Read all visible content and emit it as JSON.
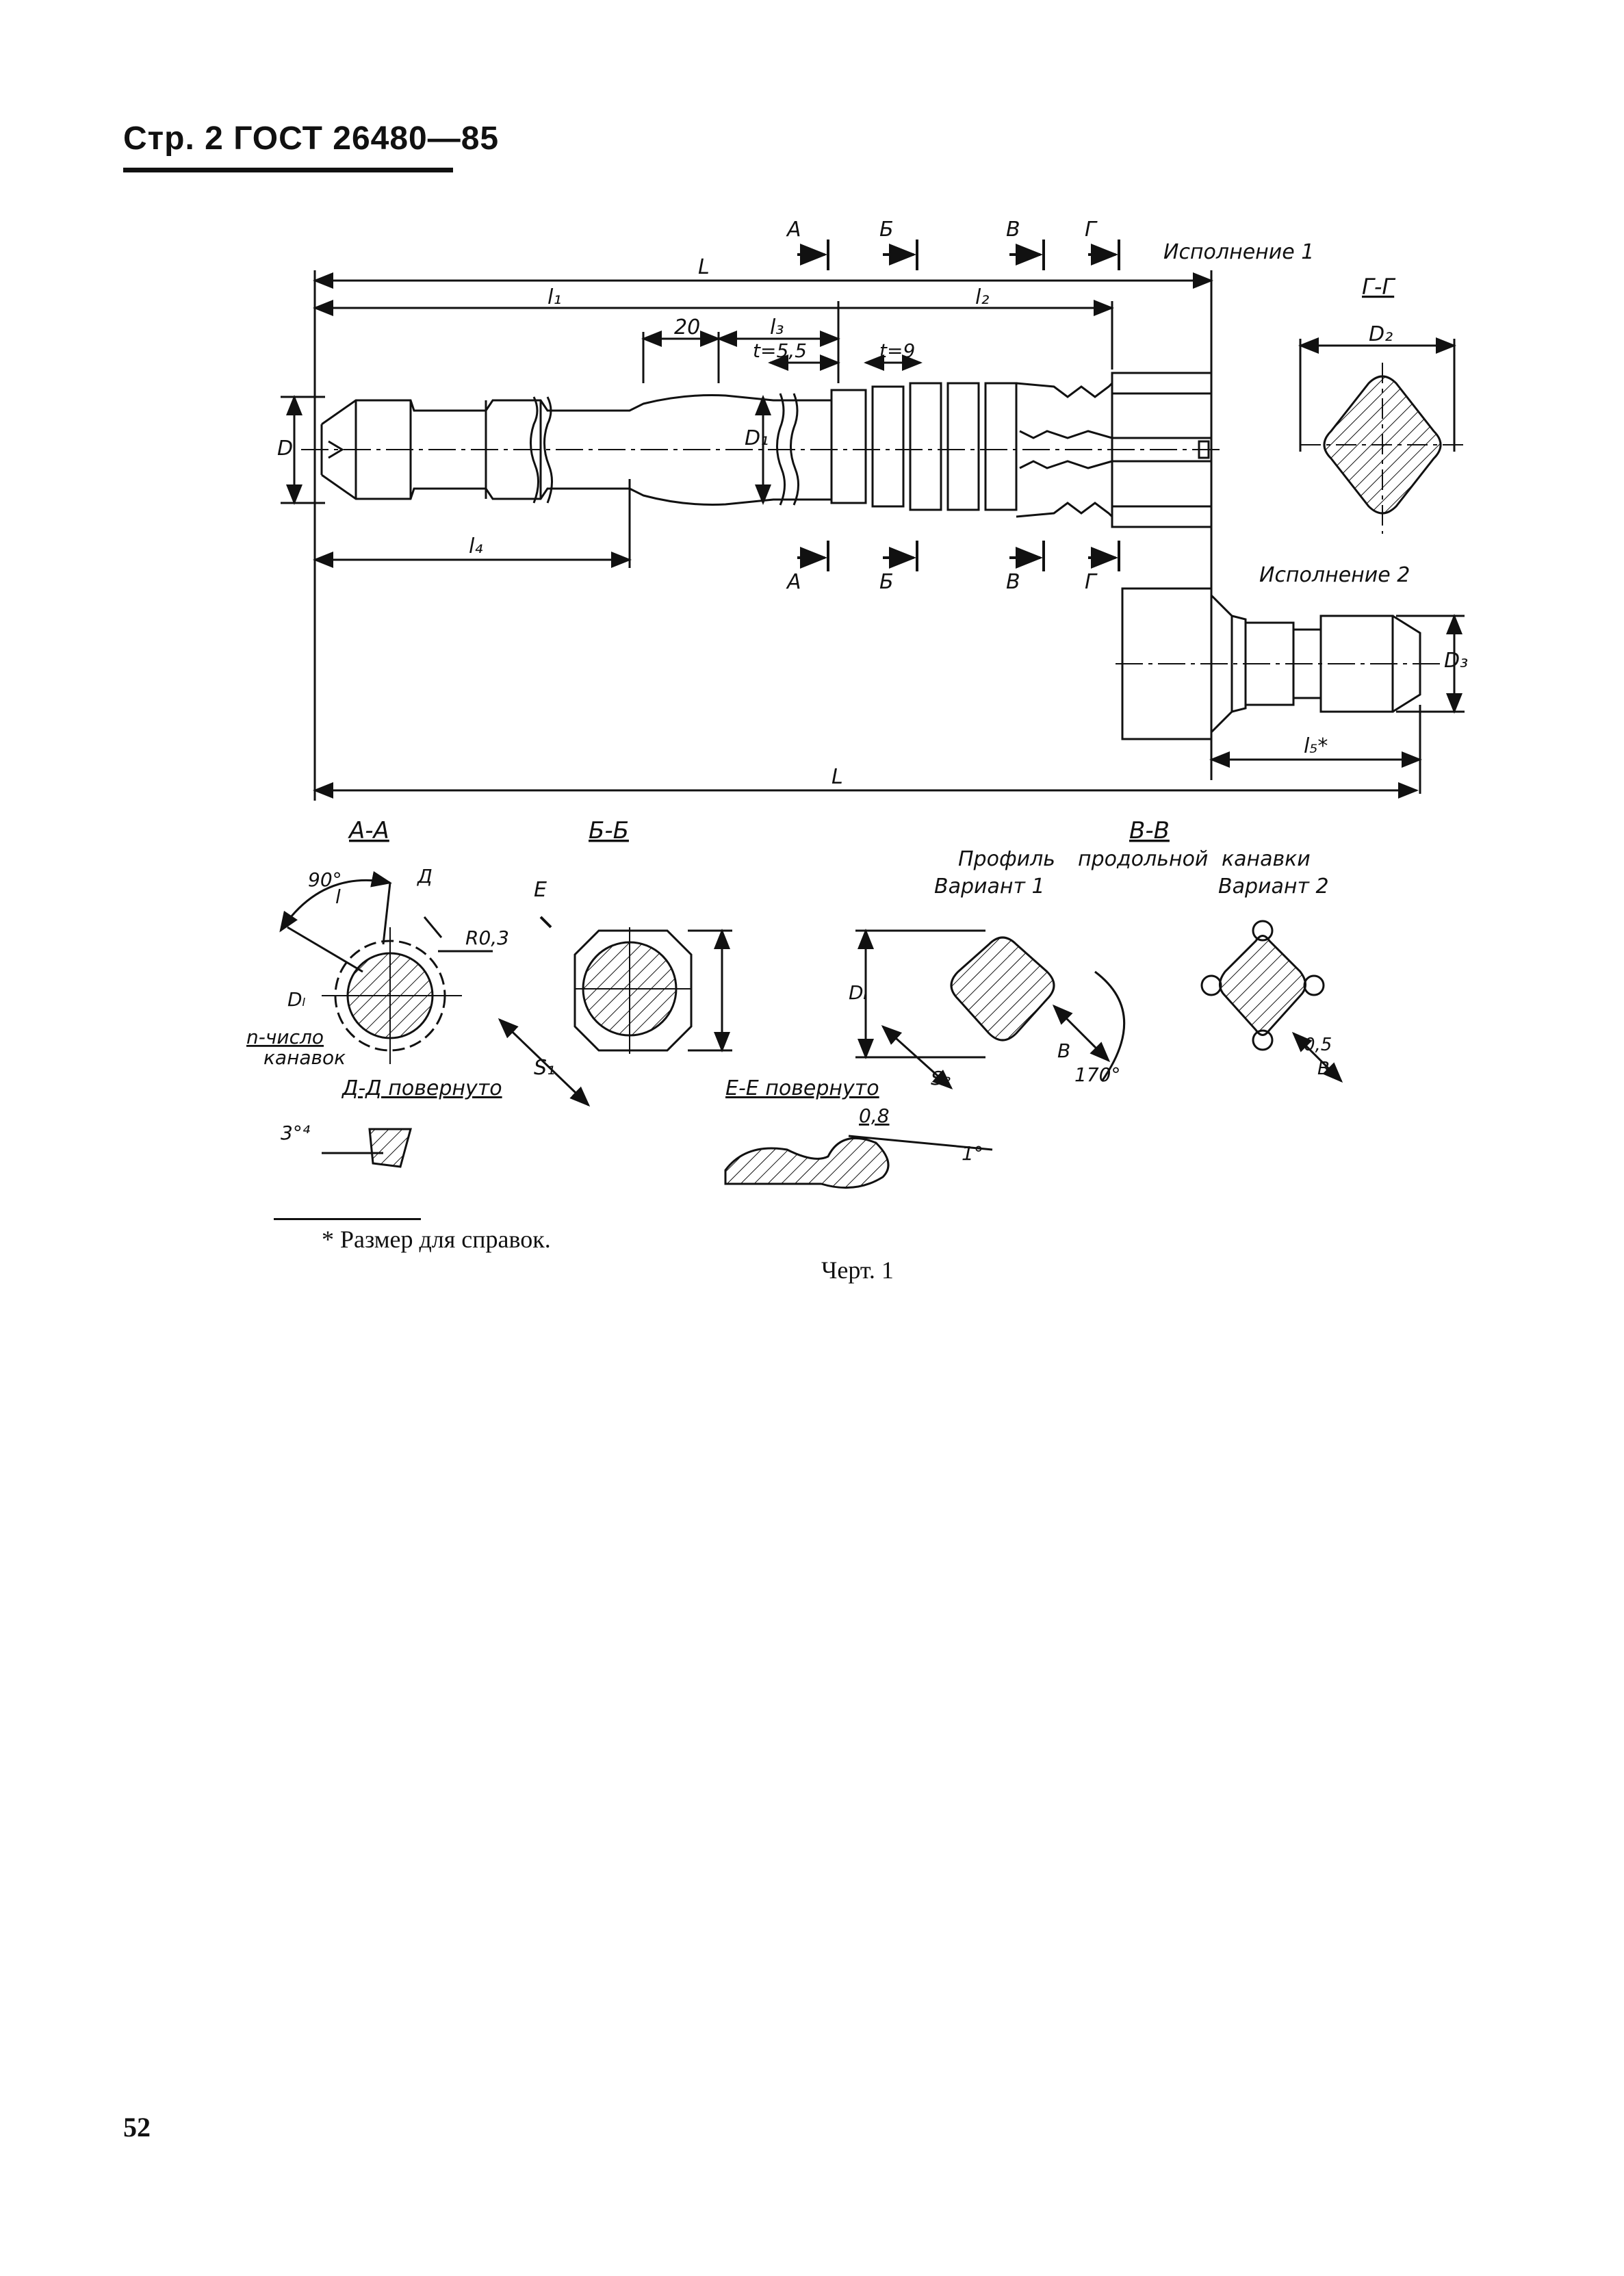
{
  "header": {
    "page_label": "Стр. 2",
    "standard": "ГОСТ 26480—85"
  },
  "drawing": {
    "variant_1": "Исполнение 1",
    "variant_2": "Исполнение 2",
    "dims": {
      "L": "L",
      "l1": "l₁",
      "l2": "l₂",
      "l3": "l₃",
      "l4": "l₄",
      "l5": "l₅*",
      "d20": "20",
      "t1": "t=5,5",
      "t2": "t=9",
      "D": "D",
      "D1": "D₁",
      "D2": "D₂",
      "D3": "D₃"
    },
    "cut_marks": [
      "А",
      "Б",
      "В",
      "Г"
    ],
    "sections": {
      "gg": "Г-Г",
      "aa": "А-А",
      "bb": "Б-Б",
      "vv": "В-В",
      "angle_90": "90°",
      "l_mark": "l",
      "d_mark": "Д",
      "r03": "R0,3",
      "dl": "Dₗ",
      "n_count_1": "n-число",
      "n_count_2": "канавок",
      "dd": "Д-Д повернуто",
      "angle_3": "3°⁴",
      "e_mark": "Е",
      "s1": "S₁",
      "profile_1": "Профиль",
      "profile_2": "продольной",
      "profile_3": "канавки",
      "variant_a": "Вариант 1",
      "variant_b": "Вариант 2",
      "s2": "S₂",
      "b": "B",
      "angle_170": "170°",
      "ee": "Е-Е повернуто",
      "v08": "0,8",
      "angle_1": "1°",
      "v05": "0,5"
    }
  },
  "footnote": "* Размер для справок.",
  "caption": "Черт. 1",
  "page_number": "52"
}
